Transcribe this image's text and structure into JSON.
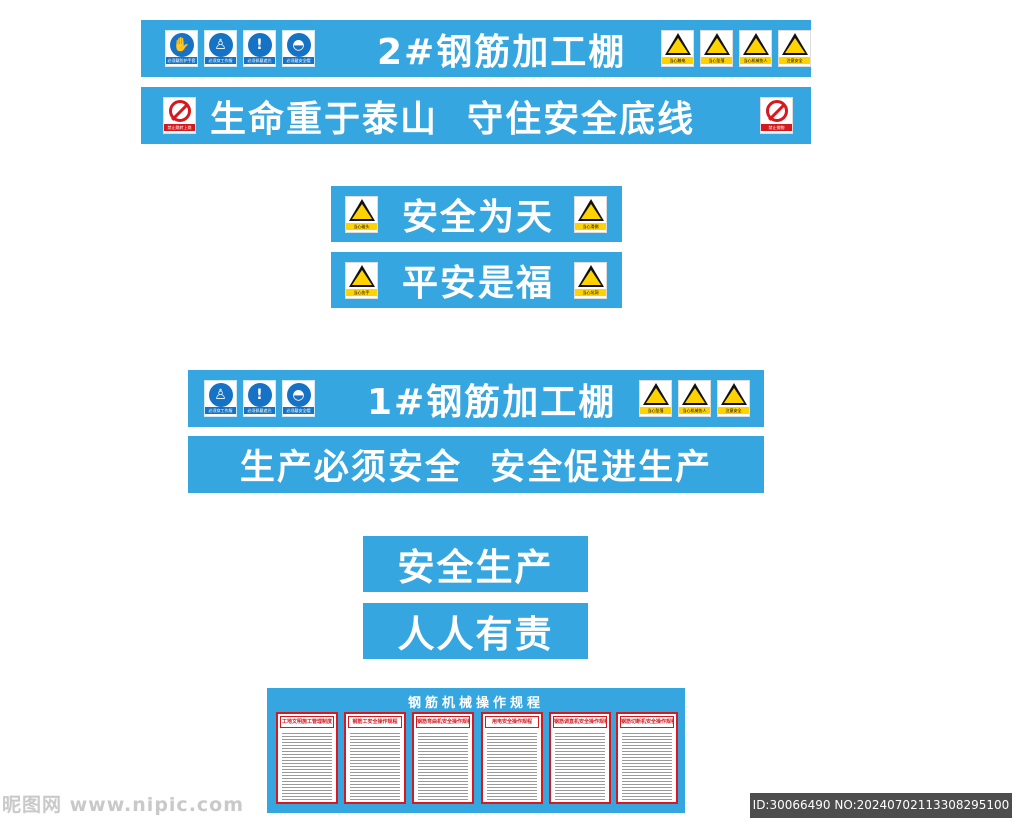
{
  "banner_2": {
    "title": "2#钢筋加工棚",
    "left_signs": [
      "必须戴防护手套",
      "必须穿工作服",
      "必须佩戴遮光",
      "必须戴安全帽"
    ],
    "right_signs": [
      "当心触电",
      "当心坠落",
      "当心机械伤人",
      "注意安全"
    ]
  },
  "banner_2_slogan": {
    "text": "生命重于泰山  守住安全底线",
    "left_sign": "禁止跳转上岗",
    "right_sign": "禁止抛物"
  },
  "slogan_safety_sky": {
    "text": "安全为天",
    "left_sign": "当心碰头",
    "right_sign": "当心滑倒"
  },
  "slogan_peace": {
    "text": "平安是福",
    "left_sign": "当心伤手",
    "right_sign": "当心坑洞"
  },
  "banner_1": {
    "title": "1#钢筋加工棚",
    "left_signs": [
      "必须穿工作服",
      "必须佩戴遮光",
      "必须戴安全帽"
    ],
    "right_signs": [
      "当心坠落",
      "当心机械伤人",
      "注意安全"
    ]
  },
  "banner_1_slogan": {
    "text": "生产必须安全  安全促进生产"
  },
  "slogan_production": {
    "text": "安全生产"
  },
  "slogan_responsibility": {
    "text": "人人有责"
  },
  "rules_board": {
    "title": "钢筋机械操作规程",
    "panels": [
      "工地文明施工管理制度",
      "钢筋工安全操作规程",
      "钢筋弯曲机安全操作规程",
      "用电安全操作规程",
      "钢筋调直机安全操作规程",
      "钢筋切断机安全操作规程"
    ]
  },
  "watermark": {
    "left": "昵图网 www.nipic.com",
    "right": "ID:30066490 NO:20240702113308295100"
  },
  "colors": {
    "banner": "#35a6e0",
    "mandatory": "#1572c4",
    "warning": "#ffd200",
    "prohibit": "#d6181f"
  },
  "icons": [
    "gloves-icon",
    "overalls-icon",
    "exclamation-icon",
    "helmet-icon",
    "electric-shock-icon",
    "fall-icon",
    "machine-hazard-icon",
    "caution-icon",
    "no-entry-icon",
    "no-throwing-icon",
    "head-bump-icon",
    "slip-icon",
    "hand-injury-icon",
    "pit-icon"
  ]
}
